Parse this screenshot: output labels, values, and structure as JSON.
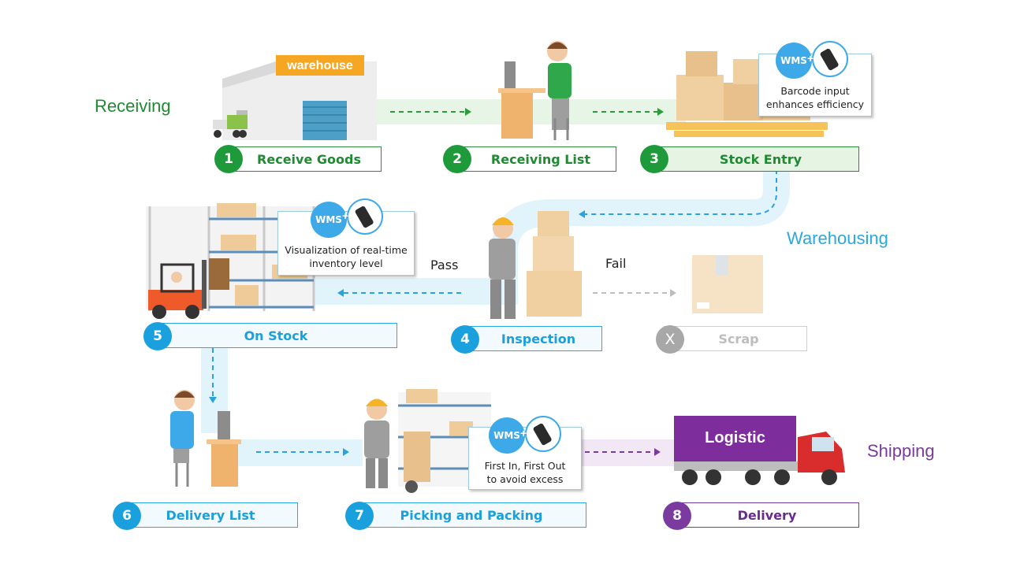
{
  "sections": {
    "receiving": "Receiving",
    "warehousing": "Warehousing",
    "shipping": "Shipping"
  },
  "steps": [
    {
      "num": "1",
      "label": "Receive Goods"
    },
    {
      "num": "2",
      "label": "Receiving List"
    },
    {
      "num": "3",
      "label": "Stock Entry"
    },
    {
      "num": "4",
      "label": "Inspection"
    },
    {
      "num": "5",
      "label": "On Stock"
    },
    {
      "num": "6",
      "label": "Delivery List"
    },
    {
      "num": "7",
      "label": "Picking and Packing"
    },
    {
      "num": "8",
      "label": "Delivery"
    },
    {
      "num": "X",
      "label": "Scrap"
    }
  ],
  "flow": {
    "pass": "Pass",
    "fail": "Fail"
  },
  "callouts": {
    "badge": "WMS",
    "plus": "+",
    "stock_entry": [
      "Barcode input",
      "enhances efficiency"
    ],
    "on_stock": [
      "Visualization of real-time",
      "inventory level"
    ],
    "picking": [
      "First In, First Out",
      "to avoid excess"
    ]
  },
  "illustrations": {
    "warehouse_sign": "warehouse",
    "truck_sign": "Logistic"
  },
  "colors": {
    "green": "#1f8a32",
    "blue": "#1aa0dd",
    "purple": "#6b2a8f",
    "grey": "#bdbdbd",
    "wms": "#3ea9e8"
  }
}
